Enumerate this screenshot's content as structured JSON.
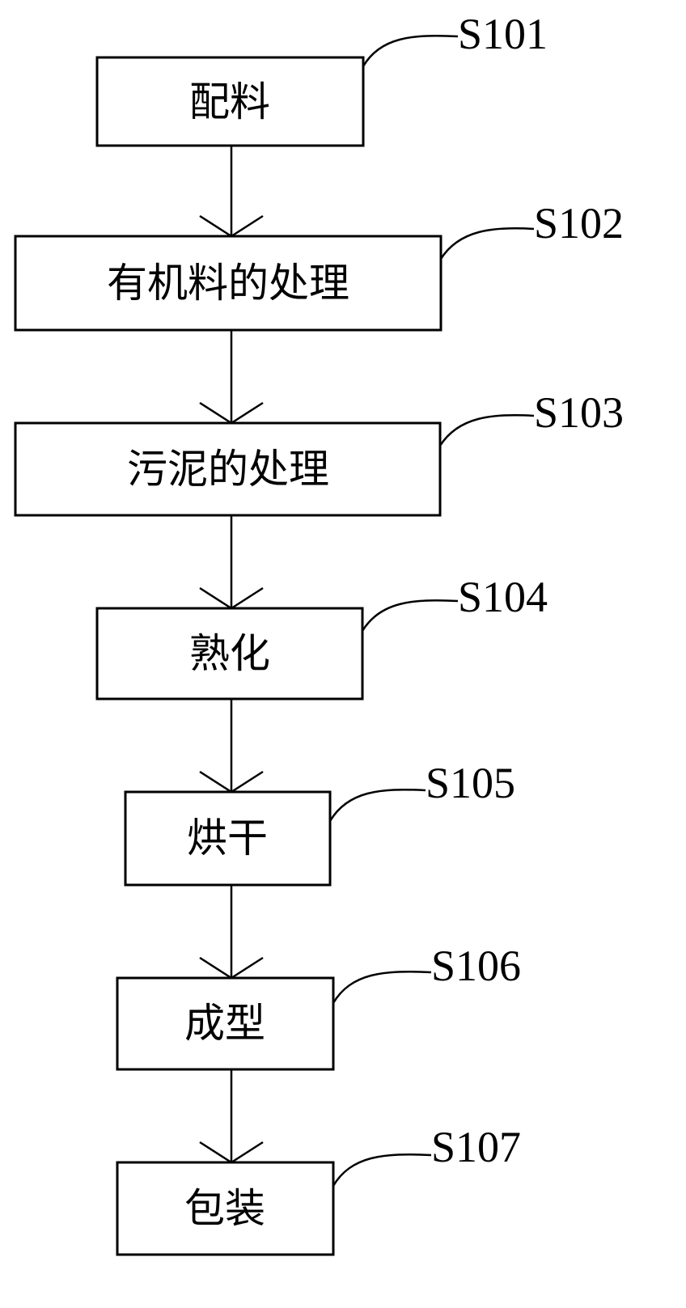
{
  "steps": [
    {
      "code": "S101",
      "label": "配料"
    },
    {
      "code": "S102",
      "label": "有机料的处理"
    },
    {
      "code": "S103",
      "label": "污泥的处理"
    },
    {
      "code": "S104",
      "label": "熟化"
    },
    {
      "code": "S105",
      "label": "烘干"
    },
    {
      "code": "S106",
      "label": "成型"
    },
    {
      "code": "S107",
      "label": "包装"
    }
  ]
}
